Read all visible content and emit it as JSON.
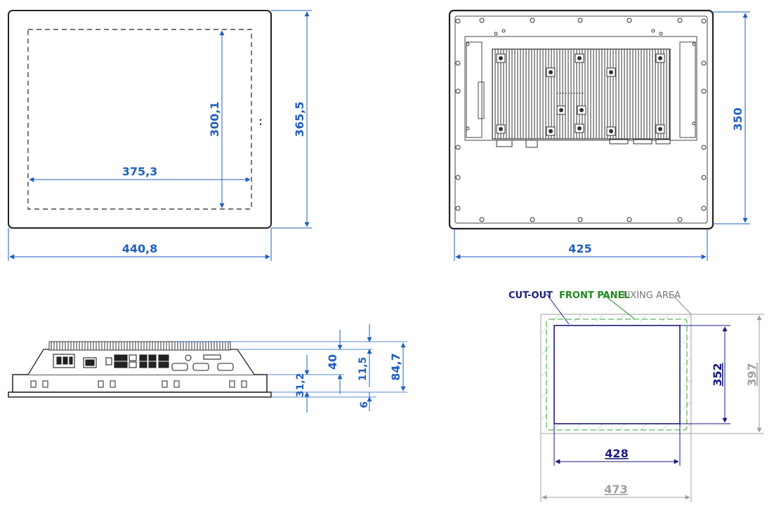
{
  "front_view": {
    "width_dim": "440,8",
    "height_dim": "365,5",
    "display_width_dim": "375,3",
    "display_height_dim": "300,1"
  },
  "rear_view": {
    "width_dim": "425",
    "height_dim": "350"
  },
  "side_view": {
    "total_depth_dim": "84,7",
    "body_depth_dim": "40",
    "bracket_dim": "11,5",
    "mount_offset_dim": "31,2",
    "bezel_dim": "6"
  },
  "cutout_view": {
    "cutout_label": "CUT-OUT",
    "front_panel_label": "FRONT PANEL",
    "fixing_area_label": "FIXING AREA",
    "cutout_width_dim": "428",
    "cutout_height_dim": "352",
    "outer_width_dim": "473",
    "outer_height_dim": "397"
  },
  "colors": {
    "dimension": "#1f5fbf",
    "cutout": "#1a1a80",
    "front_panel": "#1c8a1c",
    "fixing_area": "#a0a0a0",
    "outline": "#222222"
  }
}
